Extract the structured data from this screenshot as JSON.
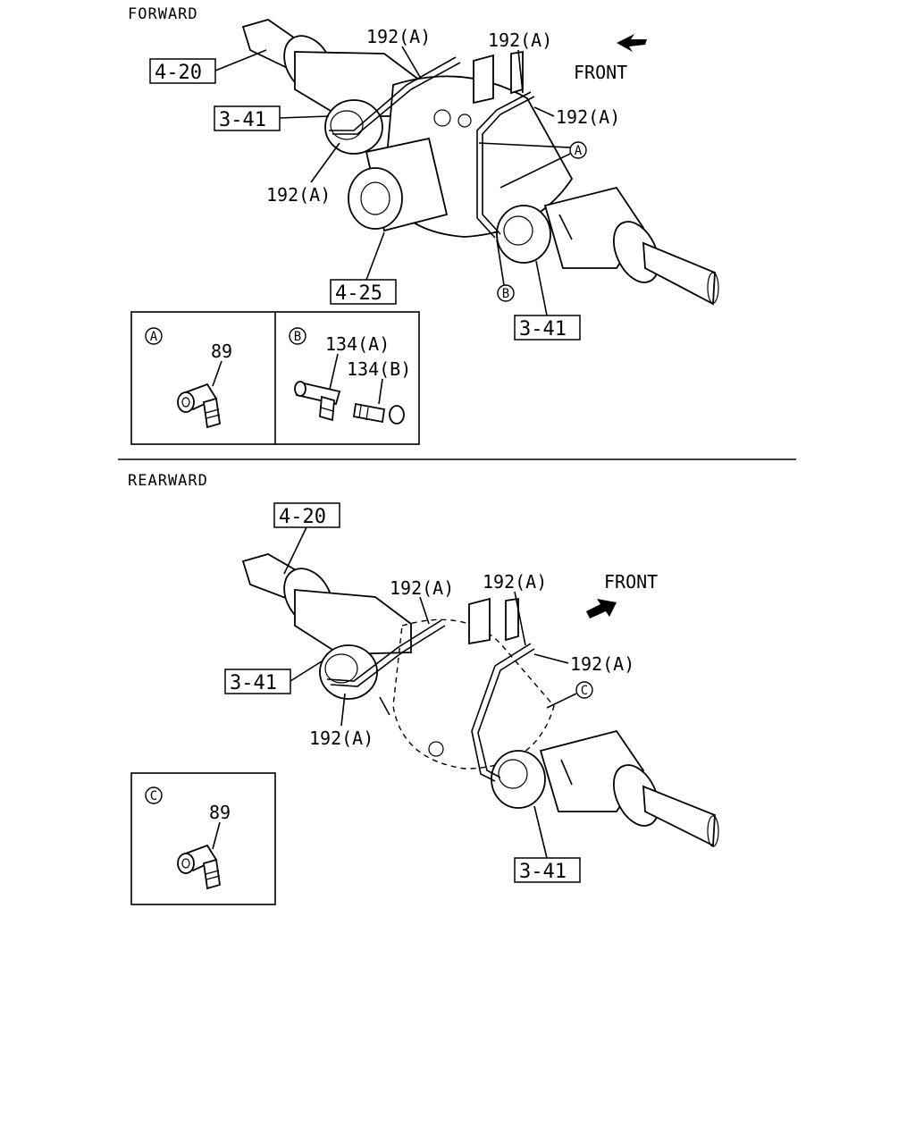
{
  "sections": {
    "forward": {
      "title": "FORWARD",
      "front_label": "FRONT",
      "callouts": [
        "4-20",
        "3-41",
        "4-25",
        "3-41"
      ],
      "pipe_labels": [
        "192(A)",
        "192(A)",
        "192(A)",
        "192(A)"
      ],
      "circle_refs": [
        "A",
        "B"
      ]
    },
    "rearward": {
      "title": "REARWARD",
      "front_label": "FRONT",
      "callouts": [
        "4-20",
        "3-41",
        "3-41"
      ],
      "pipe_labels": [
        "192(A)",
        "192(A)",
        "192(A)",
        "192(A)"
      ],
      "circle_refs": [
        "C"
      ]
    }
  },
  "details": {
    "A": {
      "ref": "A",
      "parts": [
        "89"
      ]
    },
    "B": {
      "ref": "B",
      "parts": [
        "134(A)",
        "134(B)"
      ]
    },
    "C": {
      "ref": "C",
      "parts": [
        "89"
      ]
    }
  }
}
